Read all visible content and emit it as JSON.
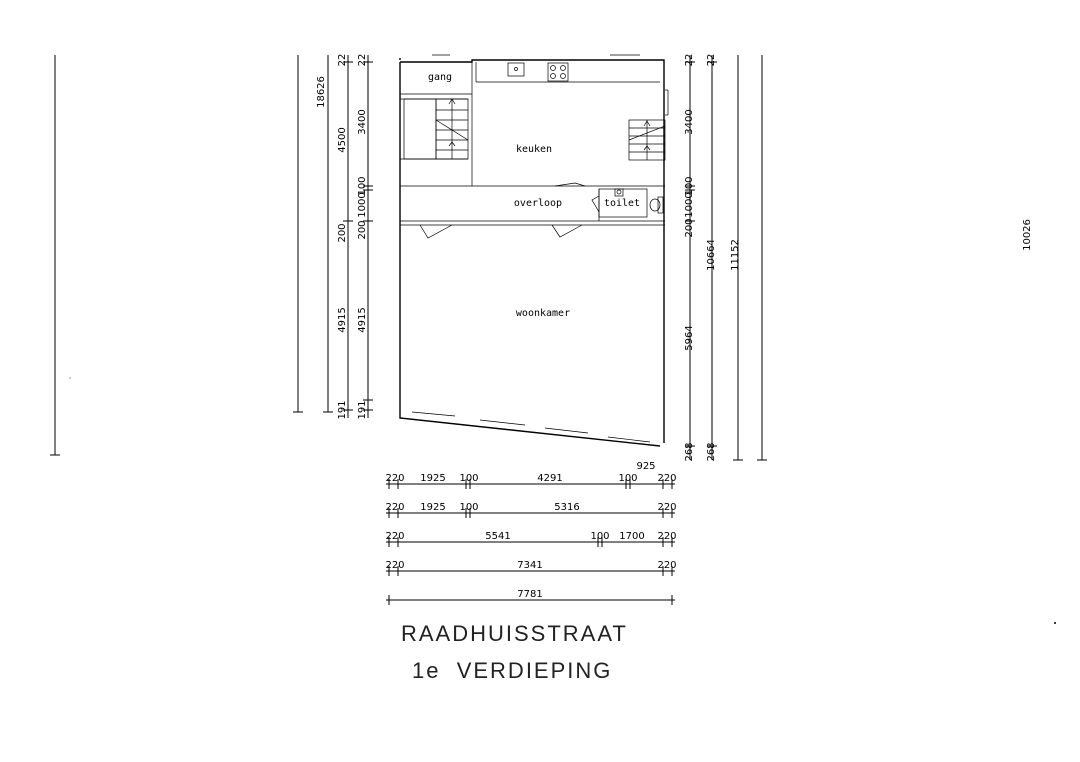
{
  "rooms": {
    "gang": "gang",
    "keuken": "keuken",
    "overloop": "overloop",
    "toilet": "toilet",
    "woonkamer": "woonkamer"
  },
  "left_dims": {
    "outer": "18626",
    "col1": [
      "4500",
      "200",
      "4915"
    ],
    "col2_top": [
      "22",
      "22"
    ],
    "col2": [
      "3400",
      "100",
      "1000",
      "200",
      "4915",
      "191",
      "191"
    ]
  },
  "right_dims": {
    "top": [
      "22",
      "22"
    ],
    "col1": [
      "3400",
      "100",
      "1000",
      "200",
      "5964",
      "268"
    ],
    "col2": [
      "10664",
      "268"
    ],
    "col3": [
      "11152"
    ],
    "far": "10026"
  },
  "bottom_dims": {
    "row0": [
      "925"
    ],
    "row1": [
      "220",
      "1925",
      "100",
      "4291",
      "100",
      "220"
    ],
    "row2": [
      "220",
      "1925",
      "100",
      "5316",
      "220"
    ],
    "row3": [
      "220",
      "5541",
      "100",
      "1700",
      "220"
    ],
    "row4": [
      "220",
      "7341",
      "220"
    ],
    "row5": [
      "7781"
    ]
  },
  "title": {
    "street": "RAADHUISSTRAAT",
    "floor": "1e  VERDIEPING"
  }
}
